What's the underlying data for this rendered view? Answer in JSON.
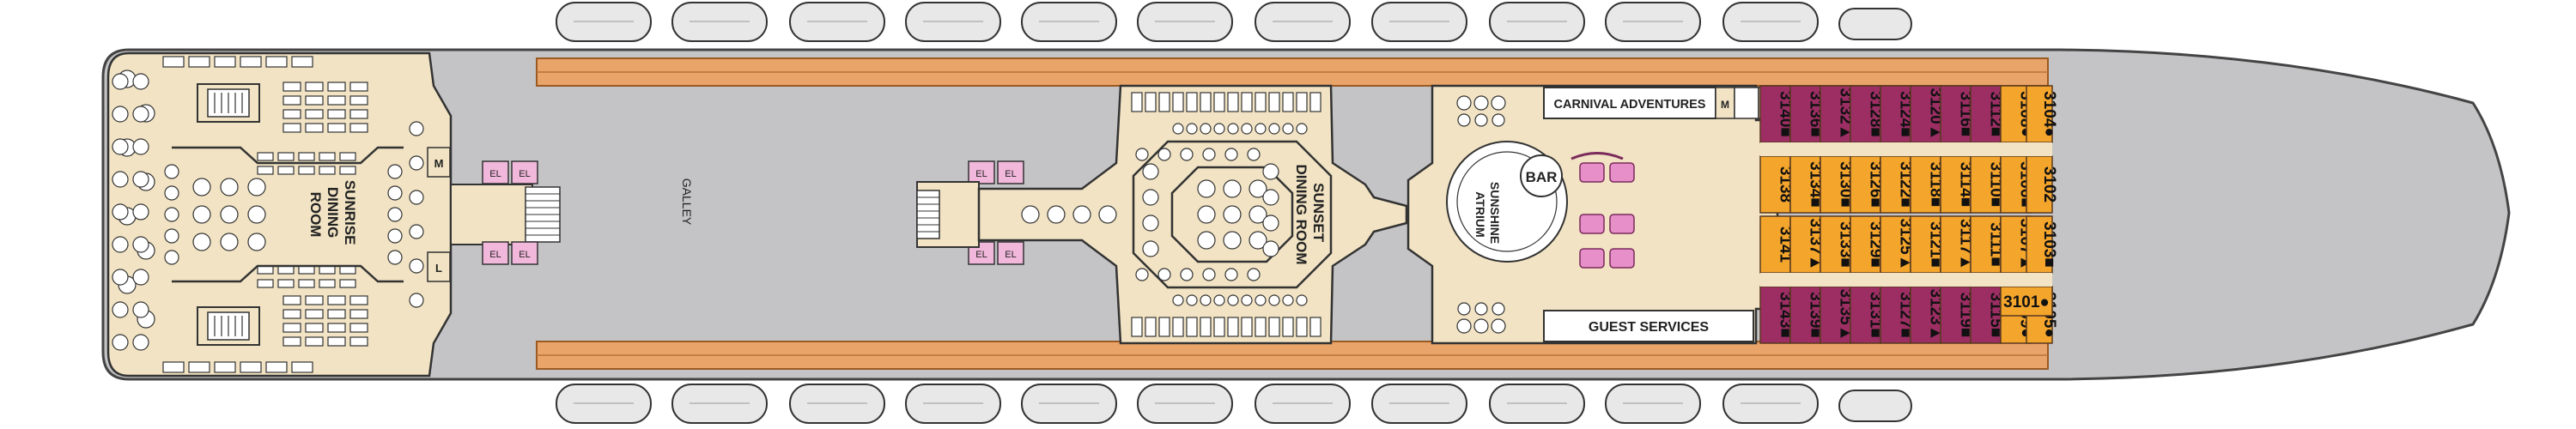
{
  "labels": {
    "galley": "GALLEY",
    "sunrise": [
      "SUNRISE",
      "DINING",
      "ROOM"
    ],
    "sunset": [
      "SUNSET",
      "DINING ROOM"
    ],
    "atrium": [
      "SUNSHINE",
      "ATRIUM"
    ],
    "bar": "BAR",
    "carnival": "CARNIVAL ADVENTURES",
    "guest": "GUEST SERVICES",
    "elevator": "EL",
    "mens": "M",
    "ladies": "L"
  },
  "colors": {
    "hull": "#c4c4c6",
    "public": "#f1e3c3",
    "deck_wood": "#e9a46a",
    "lifeboat": "#e8e8e8",
    "elevator": "#f2b8dc",
    "balcony_cabin": "#9c2e64",
    "oceanview_cabin": "#f4a52c"
  },
  "cabins": {
    "top_row": [
      {
        "num": "3140",
        "sym": "■",
        "type": "balcony"
      },
      {
        "num": "3136",
        "sym": "■",
        "type": "balcony"
      },
      {
        "num": "3132",
        "sym": "▲",
        "type": "balcony"
      },
      {
        "num": "3128",
        "sym": "■",
        "type": "balcony"
      },
      {
        "num": "3124",
        "sym": "■",
        "type": "balcony"
      },
      {
        "num": "3120",
        "sym": "▲",
        "type": "balcony"
      },
      {
        "num": "3116",
        "sym": "■",
        "type": "balcony"
      },
      {
        "num": "3112",
        "sym": "■",
        "type": "balcony"
      },
      {
        "num": "3108",
        "sym": "●",
        "type": "oceanview"
      },
      {
        "num": "3104",
        "sym": "●",
        "type": "oceanview"
      }
    ],
    "mid_upper": [
      {
        "num": "3138",
        "sym": "",
        "type": "oceanview"
      },
      {
        "num": "3134",
        "sym": "■",
        "type": "oceanview"
      },
      {
        "num": "3130",
        "sym": "■",
        "type": "oceanview"
      },
      {
        "num": "3126",
        "sym": "■",
        "type": "oceanview"
      },
      {
        "num": "3122",
        "sym": "■",
        "type": "oceanview"
      },
      {
        "num": "3118",
        "sym": "■",
        "type": "oceanview"
      },
      {
        "num": "3114",
        "sym": "■",
        "type": "oceanview"
      },
      {
        "num": "3110",
        "sym": "■",
        "type": "oceanview"
      },
      {
        "num": "3106",
        "sym": "■",
        "type": "oceanview"
      },
      {
        "num": "3102",
        "sym": "",
        "type": "oceanview"
      }
    ],
    "mid_lower": [
      {
        "num": "3141",
        "sym": "",
        "type": "oceanview"
      },
      {
        "num": "3137",
        "sym": "▲",
        "type": "oceanview"
      },
      {
        "num": "3133",
        "sym": "■",
        "type": "oceanview"
      },
      {
        "num": "3129",
        "sym": "■",
        "type": "oceanview"
      },
      {
        "num": "3125",
        "sym": "▲",
        "type": "oceanview"
      },
      {
        "num": "3121",
        "sym": "■",
        "type": "oceanview"
      },
      {
        "num": "3117",
        "sym": "▲",
        "type": "oceanview"
      },
      {
        "num": "3111",
        "sym": "■",
        "type": "oceanview"
      },
      {
        "num": "3107",
        "sym": "▲",
        "type": "oceanview"
      },
      {
        "num": "3103",
        "sym": "■",
        "type": "oceanview"
      }
    ],
    "bottom_row": [
      {
        "num": "3143",
        "sym": "■",
        "type": "balcony"
      },
      {
        "num": "3139",
        "sym": "■",
        "type": "balcony"
      },
      {
        "num": "3135",
        "sym": "▲",
        "type": "balcony"
      },
      {
        "num": "3131",
        "sym": "■",
        "type": "balcony"
      },
      {
        "num": "3127",
        "sym": "■",
        "type": "balcony"
      },
      {
        "num": "3123",
        "sym": "▲",
        "type": "balcony"
      },
      {
        "num": "3119",
        "sym": "■",
        "type": "balcony"
      },
      {
        "num": "3115",
        "sym": "■",
        "type": "balcony"
      },
      {
        "num": "3109",
        "sym": "●",
        "type": "oceanview"
      },
      {
        "num": "3105",
        "sym": "●",
        "type": "oceanview"
      }
    ],
    "single": {
      "num": "3101",
      "sym": "●",
      "type": "oceanview"
    }
  }
}
